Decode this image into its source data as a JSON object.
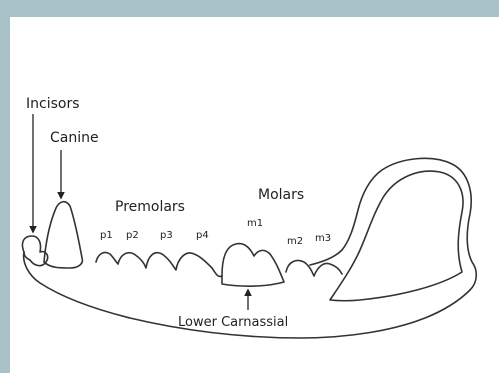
{
  "labels": {
    "incisors": "Incisors",
    "canine": "Canine",
    "premolars": "Premolars",
    "molars": "Molars",
    "p1": "p1",
    "p2": "p2",
    "p3": "p3",
    "p4": "p4",
    "m1": "m1",
    "m2": "m2",
    "m3": "m3",
    "lower_carnassial": "Lower Carnassial"
  },
  "colors": {
    "frame": "#a9c2c9",
    "panel": "#ffffff",
    "ink": "#333333"
  }
}
